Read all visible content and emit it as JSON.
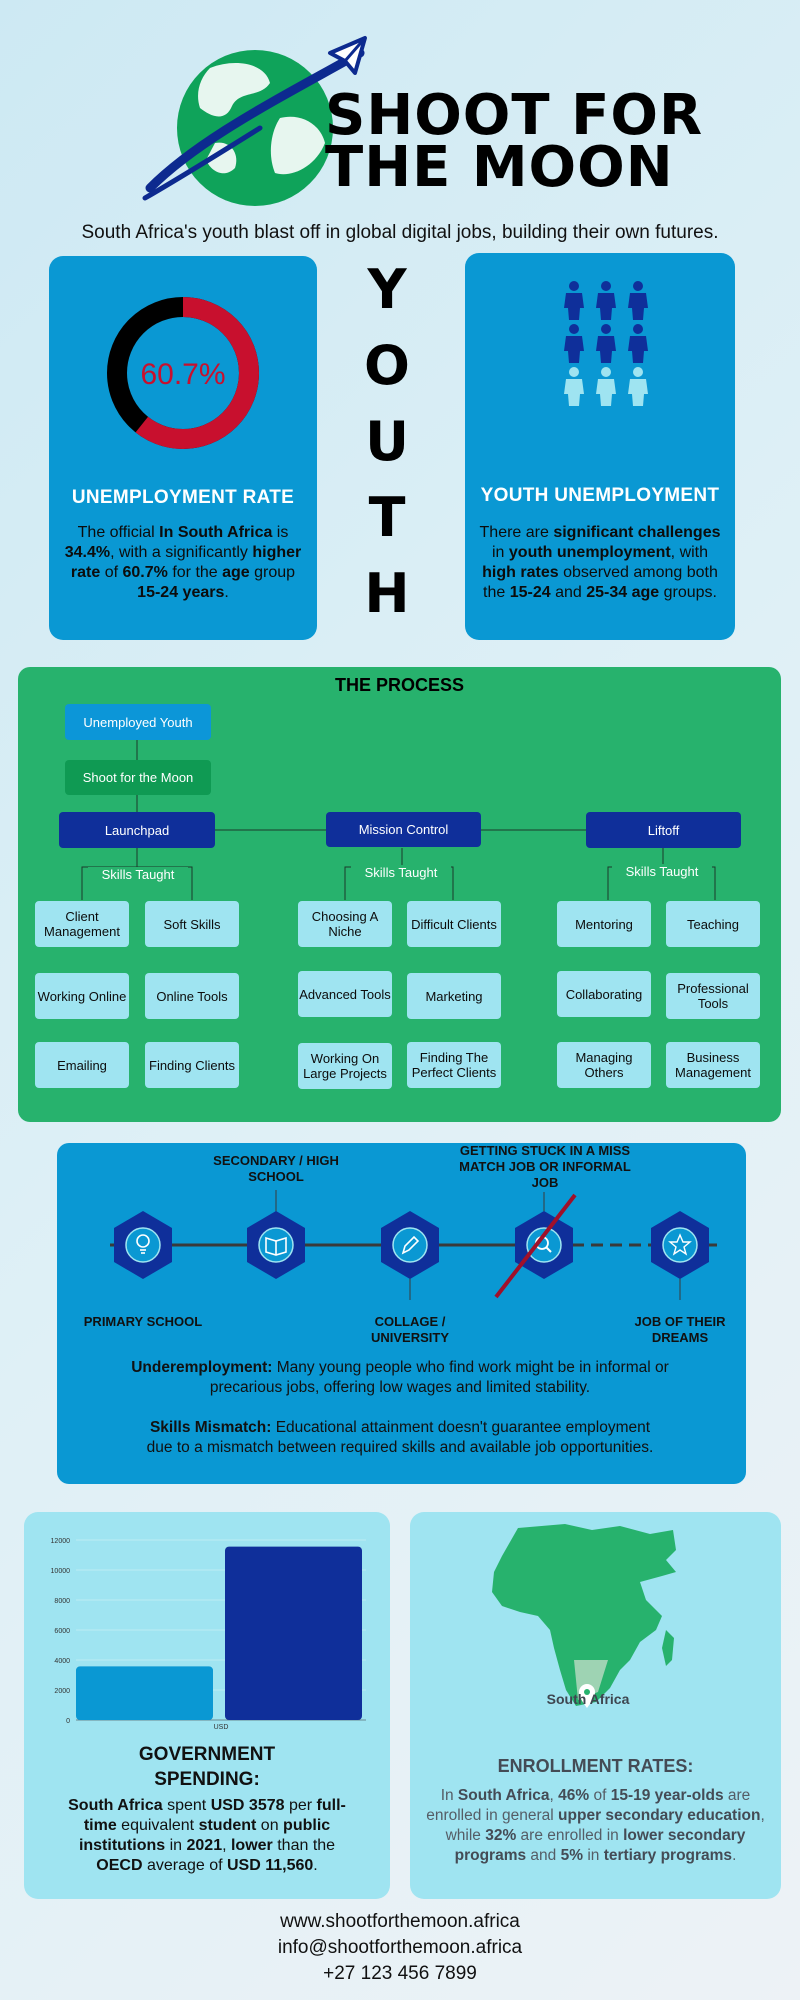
{
  "header": {
    "title_line1": "SHOOT FOR",
    "title_line2": "THE MOON",
    "tagline": "South Africa's youth blast off in global digital jobs, building their own futures."
  },
  "unemployment_card": {
    "percent_label": "60.7%",
    "donut_fraction": 0.607,
    "heading": "UNEMPLOYMENT RATE",
    "body": {
      "t1": "The official ",
      "b1": "In South Africa",
      "t2": " is ",
      "b2": "34.4%",
      "t3": ", with a significantly ",
      "b3": "higher rate",
      "t4": " of ",
      "b4": "60.7%",
      "t5": " for the ",
      "b5": "age",
      "t6": " group ",
      "b6": "15-24 years",
      "t7": "."
    }
  },
  "youth_letters": [
    "Y",
    "O",
    "U",
    "T",
    "H"
  ],
  "youth_card": {
    "heading": "YOUTH UNEMPLOYMENT",
    "people_total": 9,
    "people_highlight": 6,
    "body": {
      "t1": "There are ",
      "b1": "significant challenges",
      "t2": " in ",
      "b2": "youth unemployment",
      "t3": ", with ",
      "b3": "high rates",
      "t4": " observed among both the ",
      "b4": "15-24",
      "t5": " and ",
      "b5": "25-34 age",
      "t6": " groups."
    }
  },
  "process": {
    "title": "THE PROCESS",
    "start": "Unemployed Youth",
    "program": "Shoot for the Moon",
    "skills_label": "Skills Taught",
    "stages": [
      {
        "name": "Launchpad",
        "skills": [
          "Client Management",
          "Soft Skills",
          "Working Online",
          "Online Tools",
          "Emailing",
          "Finding Clients"
        ]
      },
      {
        "name": "Mission Control",
        "skills": [
          "Choosing A Niche",
          "Difficult Clients",
          "Advanced Tools",
          "Marketing",
          "Working On Large Projects",
          "Finding The Perfect Clients"
        ]
      },
      {
        "name": "Liftoff",
        "skills": [
          "Mentoring",
          "Teaching",
          "Collaborating",
          "Professional Tools",
          "Managing Others",
          "Business Management"
        ]
      }
    ]
  },
  "pathway": {
    "steps": [
      {
        "label": "PRIMARY SCHOOL",
        "icon": "lightbulb-icon"
      },
      {
        "label": "SECONDARY / HIGH SCHOOL",
        "icon": "book-icon"
      },
      {
        "label": "COLLAGE / UNIVERSITY",
        "icon": "pencil-icon"
      },
      {
        "label": "GETTING STUCK IN A MISS MATCH JOB OR INFORMAL JOB",
        "icon": "magnifier-icon"
      },
      {
        "label": "JOB OF THEIR DREAMS",
        "icon": "star-icon"
      }
    ],
    "underemployment_title": "Underemployment:",
    "underemployment_text": " Many young people who find work might be in informal or precarious jobs, offering low wages and limited stability.",
    "mismatch_title": "Skills Mismatch:",
    "mismatch_text": " Educational attainment doesn't guarantee employment due to a mismatch between required skills and available job opportunities."
  },
  "spending": {
    "heading_line1": "GOVERNMENT",
    "heading_line2": "SPENDING:",
    "body": {
      "b1": "South Africa",
      "t1": " spent ",
      "b2": "USD 3578",
      "t2": " per ",
      "b3": "full-time",
      "t3": " equivalent ",
      "b4": "student",
      "t4": " on ",
      "b5": "public institutions",
      "t5": " in ",
      "b6": "2021",
      "t6": ", ",
      "b7": "lower",
      "t7": " than the ",
      "b8": "OECD",
      "t8": " average of ",
      "b9": "USD 11,560",
      "t9": "."
    }
  },
  "chart_data": {
    "type": "bar",
    "categories": [
      "USD"
    ],
    "series": [
      {
        "values": [
          3578
        ],
        "color": "#0a98d3"
      },
      {
        "values": [
          11560
        ],
        "color": "#0f2f9a"
      }
    ],
    "yticks": [
      0,
      2000,
      4000,
      6000,
      8000,
      10000,
      12000
    ],
    "ylim": [
      0,
      12000
    ],
    "title": "",
    "xlabel": "",
    "ylabel": "",
    "grid": true
  },
  "enrollment": {
    "map_label": "South Africa",
    "heading": "ENROLLMENT RATES:",
    "body": {
      "t1": "In ",
      "b1": "South Africa",
      "t2": ", ",
      "b2": "46%",
      "t3": " of ",
      "b3": "15-19 year-olds",
      "t4": " are enrolled in general ",
      "b4": "upper secondary education",
      "t5": ", while ",
      "b5": "32%",
      "t6": " are enrolled in ",
      "b6": "lower secondary programs",
      "t7": " and ",
      "b7": "5%",
      "t8": " in ",
      "b8": "tertiary programs",
      "t9": "."
    }
  },
  "footer": {
    "website": "www.shootforthemoon.africa",
    "email": "info@shootforthemoon.africa",
    "phone": "+27 123 456 7899"
  },
  "colors": {
    "card_blue": "#0a98d3",
    "navy": "#0f2f9a",
    "green": "#27b26d",
    "light_cyan": "#9fe4f1",
    "alert_red": "#c8102e"
  }
}
